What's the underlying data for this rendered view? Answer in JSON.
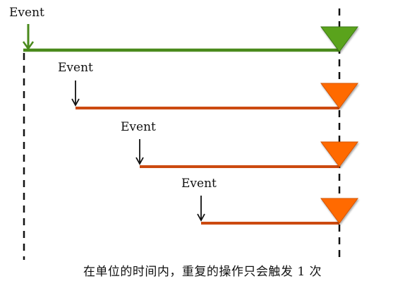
{
  "diagram": {
    "type": "debounce-timeline",
    "caption": "在单位的时间内，重复的操作只会触发 1 次",
    "events": [
      {
        "label": "Event",
        "color": "#4a8a1c",
        "role": "triggered"
      },
      {
        "label": "Event",
        "color": "#cc4a10",
        "role": "reset"
      },
      {
        "label": "Event",
        "color": "#cc4a10",
        "role": "reset"
      },
      {
        "label": "Event",
        "color": "#cc4a10",
        "role": "reset"
      }
    ],
    "colors": {
      "triggered_line": "#4a8a1c",
      "triggered_marker": "#5aa31e",
      "reset_line": "#cc4a10",
      "reset_marker": "#ff6a00",
      "guide": "#111111"
    }
  }
}
